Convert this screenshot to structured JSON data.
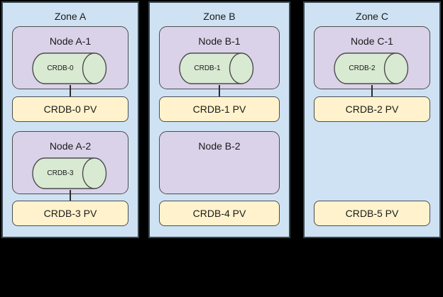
{
  "diagram": {
    "background_color": "#000000",
    "zone_fill": "#cfe2f3",
    "node_fill": "#d9d2e9",
    "pod_fill": "#d9ead3",
    "pv_fill": "#fff2cc"
  },
  "zones": [
    {
      "title": "Zone A",
      "nodes": [
        {
          "label": "Node A-1",
          "pod": "CRDB-0",
          "pv": "CRDB-0 PV"
        },
        {
          "label": "Node A-2",
          "pod": "CRDB-3",
          "pv": "CRDB-3 PV"
        }
      ]
    },
    {
      "title": "Zone B",
      "nodes": [
        {
          "label": "Node B-1",
          "pod": "CRDB-1",
          "pv": "CRDB-1 PV"
        },
        {
          "label": "Node B-2",
          "pod": null,
          "pv": "CRDB-4 PV"
        }
      ]
    },
    {
      "title": "Zone C",
      "nodes": [
        {
          "label": "Node C-1",
          "pod": "CRDB-2",
          "pv": "CRDB-2 PV"
        },
        {
          "label": null,
          "pod": null,
          "pv": "CRDB-5 PV"
        }
      ]
    }
  ]
}
